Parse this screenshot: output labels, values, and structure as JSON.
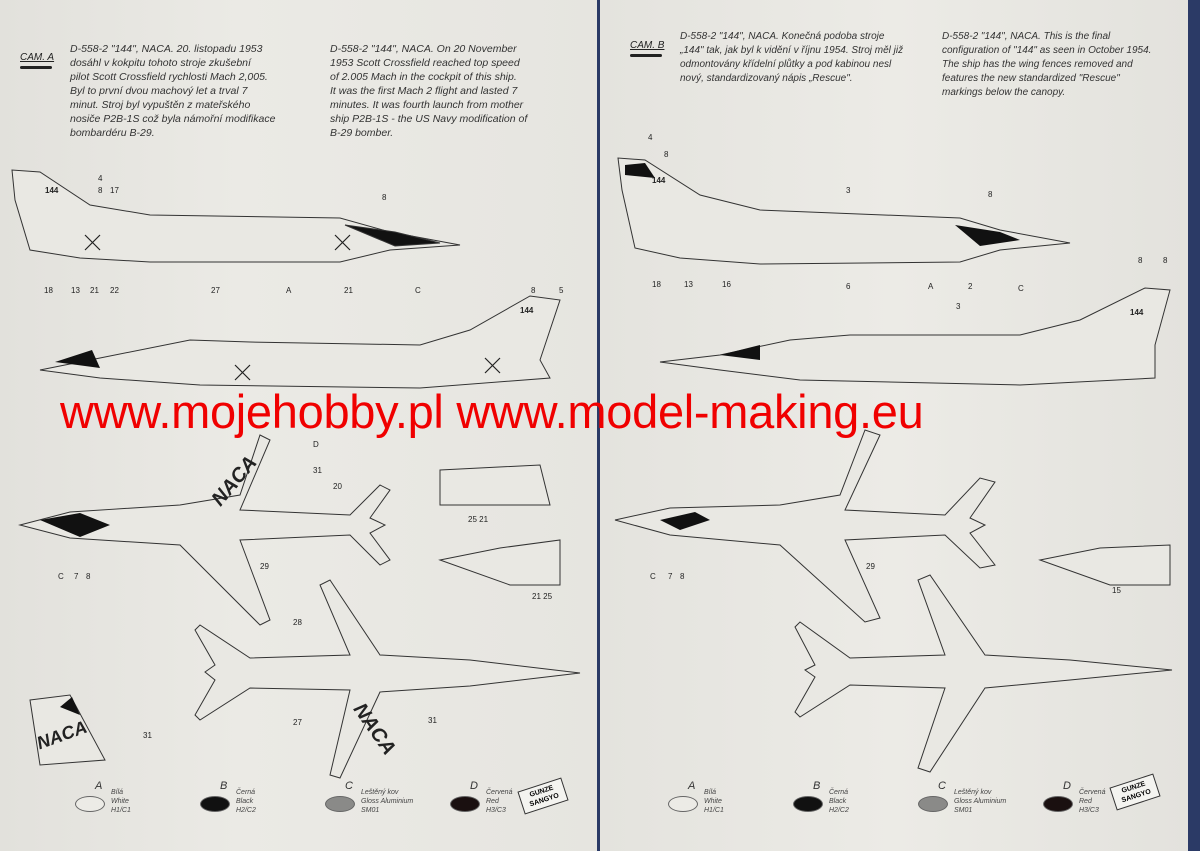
{
  "left_page": {
    "cam_label": "CAM. A",
    "text_cz": "D-558-2 \"144\", NACA. 20. listopadu 1953\ndosáhl v kokpitu tohoto stroje zkušební\npilot Scott Crossfield rychlosti Mach 2,005.\nByl to první dvou machový let a trval 7\nminut. Stroj byl vypuštěn z mateřského\nnosiče P2B-1S což byla námořní modifikace\nbombardéru B-29.",
    "text_en": "D-558-2 \"144\", NACA. On 20 November\n1953 Scott Crossfield reached top speed\nof 2.005 Mach in the cockpit of this ship.\nIt was the first Mach 2 flight and lasted 7\nminutes. It was fourth launch from mother\nship P2B-1S - the US Navy modification of\nB-29 bomber.",
    "callouts": [
      "4",
      "144",
      "8",
      "17",
      "8",
      "18",
      "13",
      "21",
      "22",
      "27",
      "A",
      "21",
      "C",
      "8",
      "5",
      "144",
      "D",
      "31",
      "NACA",
      "20",
      "C",
      "7",
      "8",
      "29",
      "25 21",
      "21 25",
      "28",
      "27",
      "31",
      "NACA",
      "NACA",
      "31"
    ]
  },
  "right_page": {
    "cam_label": "CAM. B",
    "text_cz": "D-558-2 \"144\", NACA. Konečná podoba stroje\n„144\" tak, jak byl k vidění v říjnu 1954. Stroj měl již\nodmontovány křídelní plůtky a pod kabinou nesl\nnový, standardizovaný nápis „Rescue\".",
    "text_en": "D-558-2 \"144\", NACA. This is the final\nconfiguration of \"144\" as seen in October 1954.\nThe ship has the wing fences removed and\nfeatures the new standardized \"Rescue\"\nmarkings below the canopy.",
    "callouts": [
      "4",
      "8",
      "144",
      "3",
      "8",
      "18",
      "13",
      "16",
      "6",
      "A",
      "2",
      "C",
      "8",
      "8",
      "3",
      "144",
      "C",
      "7",
      "8",
      "29",
      "15"
    ]
  },
  "watermark": "www.mojehobby.pl www.model-making.eu",
  "legend": [
    {
      "letter": "A",
      "text": "Bílá\nWhite\nH1/C1",
      "color": "#ecebe6"
    },
    {
      "letter": "B",
      "text": "Černá\nBlack\nH2/C2",
      "color": "#111111"
    },
    {
      "letter": "C",
      "text": "Leštěný kov\nGloss Aluminium\nSM01",
      "color": "#8a8a88"
    },
    {
      "letter": "D",
      "text": "Červená\nRed\nH3/C3",
      "color": "#1a1010"
    }
  ],
  "brand": "GUNZE SANGYO"
}
